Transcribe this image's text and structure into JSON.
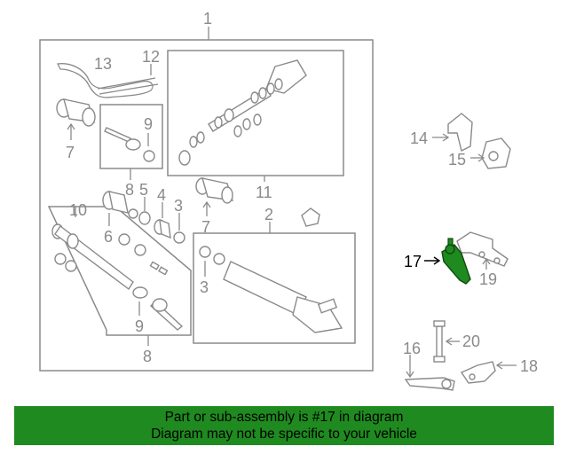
{
  "highlight_color": "#1f8a1f",
  "highlighted_part": "17",
  "callouts": {
    "c1": "1",
    "c2": "2",
    "c3a": "3",
    "c3b": "3",
    "c4": "4",
    "c5": "5",
    "c6": "6",
    "c7a": "7",
    "c7b": "7",
    "c8a": "8",
    "c8b": "8",
    "c9a": "9",
    "c9b": "9",
    "c10": "10",
    "c11": "11",
    "c12": "12",
    "c13": "13",
    "c14": "14",
    "c15": "15",
    "c16": "16",
    "c17": "17",
    "c18": "18",
    "c19": "19",
    "c20": "20"
  },
  "banner": {
    "line1": "Part or sub-assembly is #17 in diagram",
    "line2": "Diagram may not be specific to your vehicle"
  }
}
